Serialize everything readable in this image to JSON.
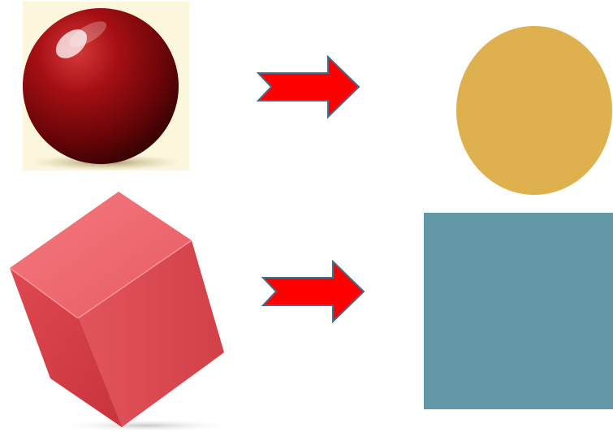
{
  "diagram": {
    "rows": [
      {
        "source": {
          "shape": "sphere",
          "color": "#8b0a0a",
          "background": "#fbf6dc"
        },
        "arrow": {
          "icon": "right-arrow-icon",
          "color": "#ff0000",
          "outline": "#4a6a8a"
        },
        "target": {
          "shape": "circle",
          "color": "#deb04e"
        }
      },
      {
        "source": {
          "shape": "cube",
          "color": "#e8585e"
        },
        "arrow": {
          "icon": "right-arrow-icon",
          "color": "#ff0000",
          "outline": "#4a6a8a"
        },
        "target": {
          "shape": "square",
          "color": "#6399a7"
        }
      }
    ]
  }
}
